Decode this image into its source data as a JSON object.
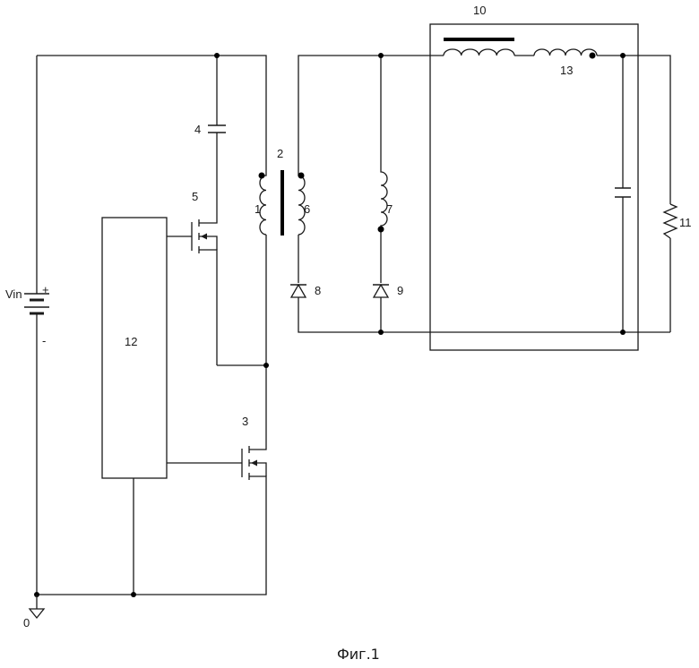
{
  "labels": {
    "primary_winding": "1",
    "transformer": "2",
    "low_switch": "3",
    "capacitor": "4",
    "high_switch": "5",
    "secondary_winding": "6",
    "inductor": "7",
    "diode_left": "8",
    "diode_right": "9",
    "filter_block": "10",
    "load_resistor": "11",
    "controller": "12",
    "output_inductor": "13",
    "source": "Vin",
    "plus": "+",
    "minus": "-",
    "ground": "0"
  },
  "caption": "Фиг.1"
}
